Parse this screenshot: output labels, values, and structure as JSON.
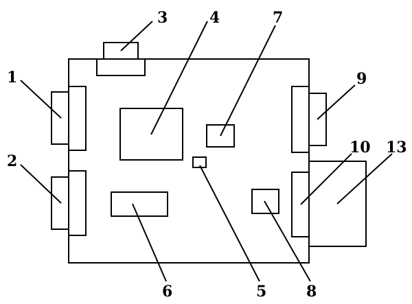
{
  "diagram": {
    "labels": {
      "l1": "1",
      "l2": "2",
      "l3": "3",
      "l4": "4",
      "l5": "5",
      "l6": "6",
      "l7": "7",
      "l8": "8",
      "l9": "9",
      "l10": "10",
      "l13": "13"
    },
    "colors": {
      "stroke": "#000000",
      "background": "#ffffff"
    }
  }
}
